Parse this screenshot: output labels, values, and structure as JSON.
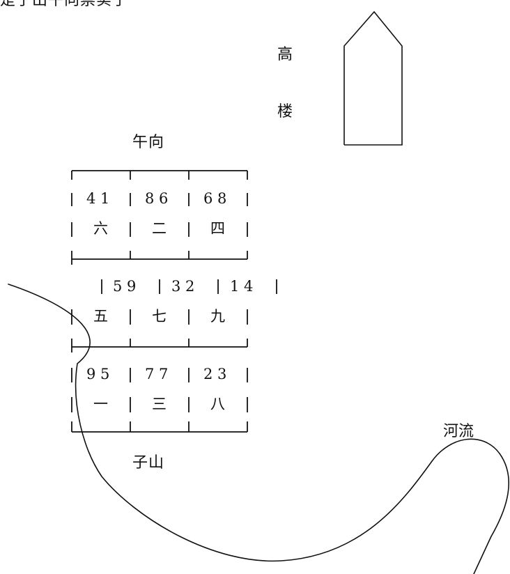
{
  "header": {
    "cut_text": "是子出午向票实子"
  },
  "labels": {
    "top_direction": "午向",
    "bottom_direction": "子山",
    "river": "河流",
    "building_line_1": "高",
    "building_line_2": "楼"
  },
  "grid": {
    "rows": [
      {
        "cells": [
          {
            "numbers": "4 1",
            "star": "六"
          },
          {
            "numbers": "8 6",
            "star": "二"
          },
          {
            "numbers": "6 8",
            "star": "四"
          }
        ]
      },
      {
        "cells": [
          {
            "numbers": "5 9",
            "star": "五"
          },
          {
            "numbers": "3 2",
            "star": "七"
          },
          {
            "numbers": "1 4",
            "star": "九"
          }
        ]
      },
      {
        "cells": [
          {
            "numbers": "9 5",
            "star": "一"
          },
          {
            "numbers": "7 7",
            "star": "三"
          },
          {
            "numbers": "2 3",
            "star": "八"
          }
        ]
      }
    ]
  }
}
